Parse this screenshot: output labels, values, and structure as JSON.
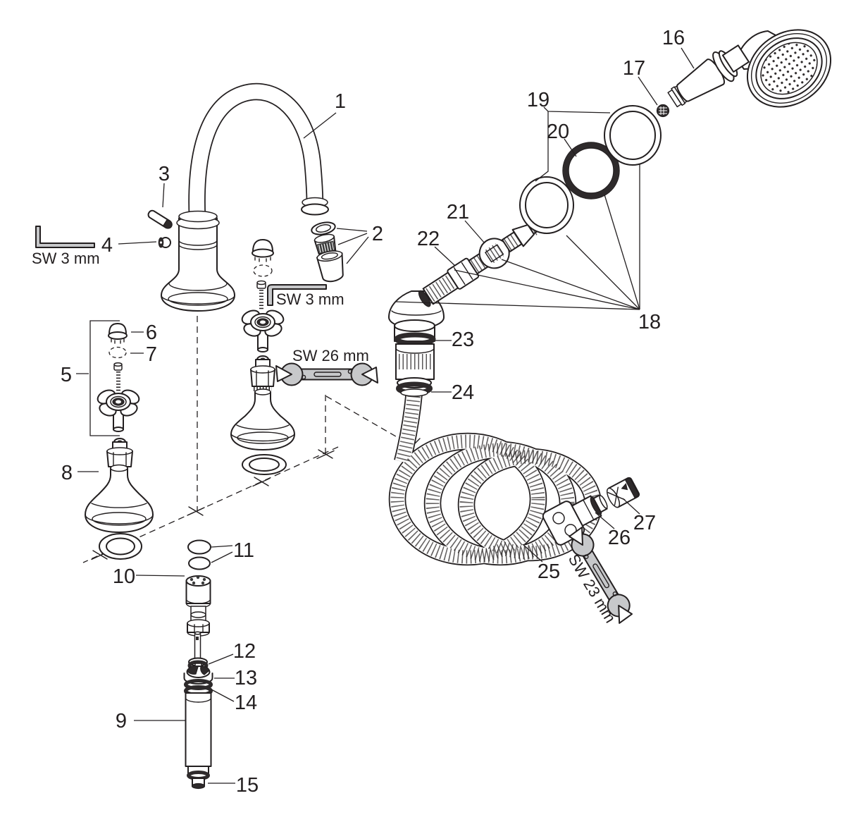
{
  "diagram": {
    "kind": "exploded-parts-diagram",
    "background": "white"
  },
  "colors": {
    "line": "#231f20",
    "tool_fill": "#c7c8ca",
    "dark_fill": "#2e2a2b",
    "background": "#ffffff"
  },
  "callouts": [
    {
      "id": 1,
      "label": "1"
    },
    {
      "id": 2,
      "label": "2"
    },
    {
      "id": 3,
      "label": "3"
    },
    {
      "id": 4,
      "label": "4"
    },
    {
      "id": 5,
      "label": "5"
    },
    {
      "id": 6,
      "label": "6"
    },
    {
      "id": 7,
      "label": "7"
    },
    {
      "id": 8,
      "label": "8"
    },
    {
      "id": 9,
      "label": "9"
    },
    {
      "id": 10,
      "label": "10"
    },
    {
      "id": 11,
      "label": "11"
    },
    {
      "id": 12,
      "label": "12"
    },
    {
      "id": 13,
      "label": "13"
    },
    {
      "id": 14,
      "label": "14"
    },
    {
      "id": 15,
      "label": "15"
    },
    {
      "id": 16,
      "label": "16"
    },
    {
      "id": 17,
      "label": "17"
    },
    {
      "id": 18,
      "label": "18"
    },
    {
      "id": 19,
      "label": "19"
    },
    {
      "id": 20,
      "label": "20"
    },
    {
      "id": 21,
      "label": "21"
    },
    {
      "id": 22,
      "label": "22"
    },
    {
      "id": 23,
      "label": "23"
    },
    {
      "id": 24,
      "label": "24"
    },
    {
      "id": 25,
      "label": "25"
    },
    {
      "id": 26,
      "label": "26"
    },
    {
      "id": 27,
      "label": "27"
    }
  ],
  "tool_labels": [
    {
      "id": "sw3-left",
      "text": "SW 3 mm"
    },
    {
      "id": "sw3-center",
      "text": "SW 3 mm"
    },
    {
      "id": "sw26",
      "text": "SW 26 mm"
    },
    {
      "id": "sw23",
      "text": "SW 23 mm"
    }
  ]
}
